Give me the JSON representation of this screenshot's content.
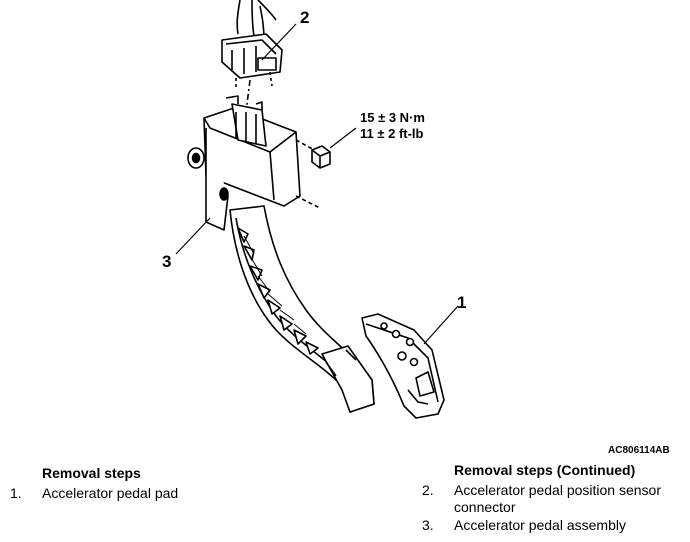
{
  "callouts": {
    "c1": "1",
    "c2": "2",
    "c3": "3"
  },
  "torque": {
    "metric": "15 ± 3 N·m",
    "imperial": "11 ± 2 ft-lb"
  },
  "figure_id": "AC806114AB",
  "left_list": {
    "title": "Removal steps",
    "items": [
      {
        "num": "1.",
        "text": "Accelerator pedal pad"
      }
    ]
  },
  "right_list": {
    "title": "Removal steps (Continued)",
    "items": [
      {
        "num": "2.",
        "text": "Accelerator pedal position sensor connector"
      },
      {
        "num": "3.",
        "text": "Accelerator pedal assembly"
      }
    ]
  }
}
